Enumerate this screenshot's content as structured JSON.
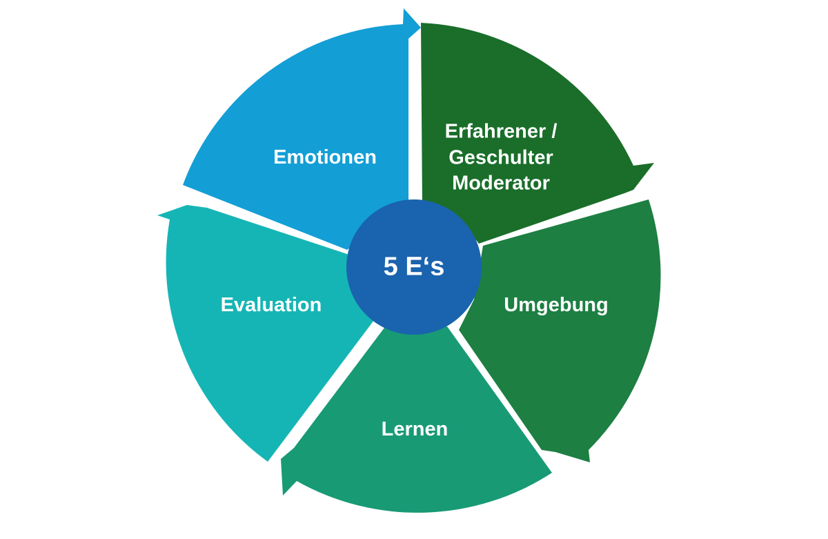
{
  "diagram": {
    "segments": [
      {
        "id": "moderator",
        "label": "Erfahrener /\nGeschulter\nModerator",
        "color": "#1A6E2A"
      },
      {
        "id": "umgebung",
        "label": "Umgebung",
        "color": "#1D7F42"
      },
      {
        "id": "lernen",
        "label": "Lernen",
        "color": "#189A75"
      },
      {
        "id": "evaluation",
        "label": "Evaluation",
        "color": "#16B5B5"
      },
      {
        "id": "emotionen",
        "label": "Emotionen",
        "color": "#139ED6"
      }
    ],
    "center": {
      "label": "5 E‘s",
      "color": "#1A63AE"
    }
  }
}
